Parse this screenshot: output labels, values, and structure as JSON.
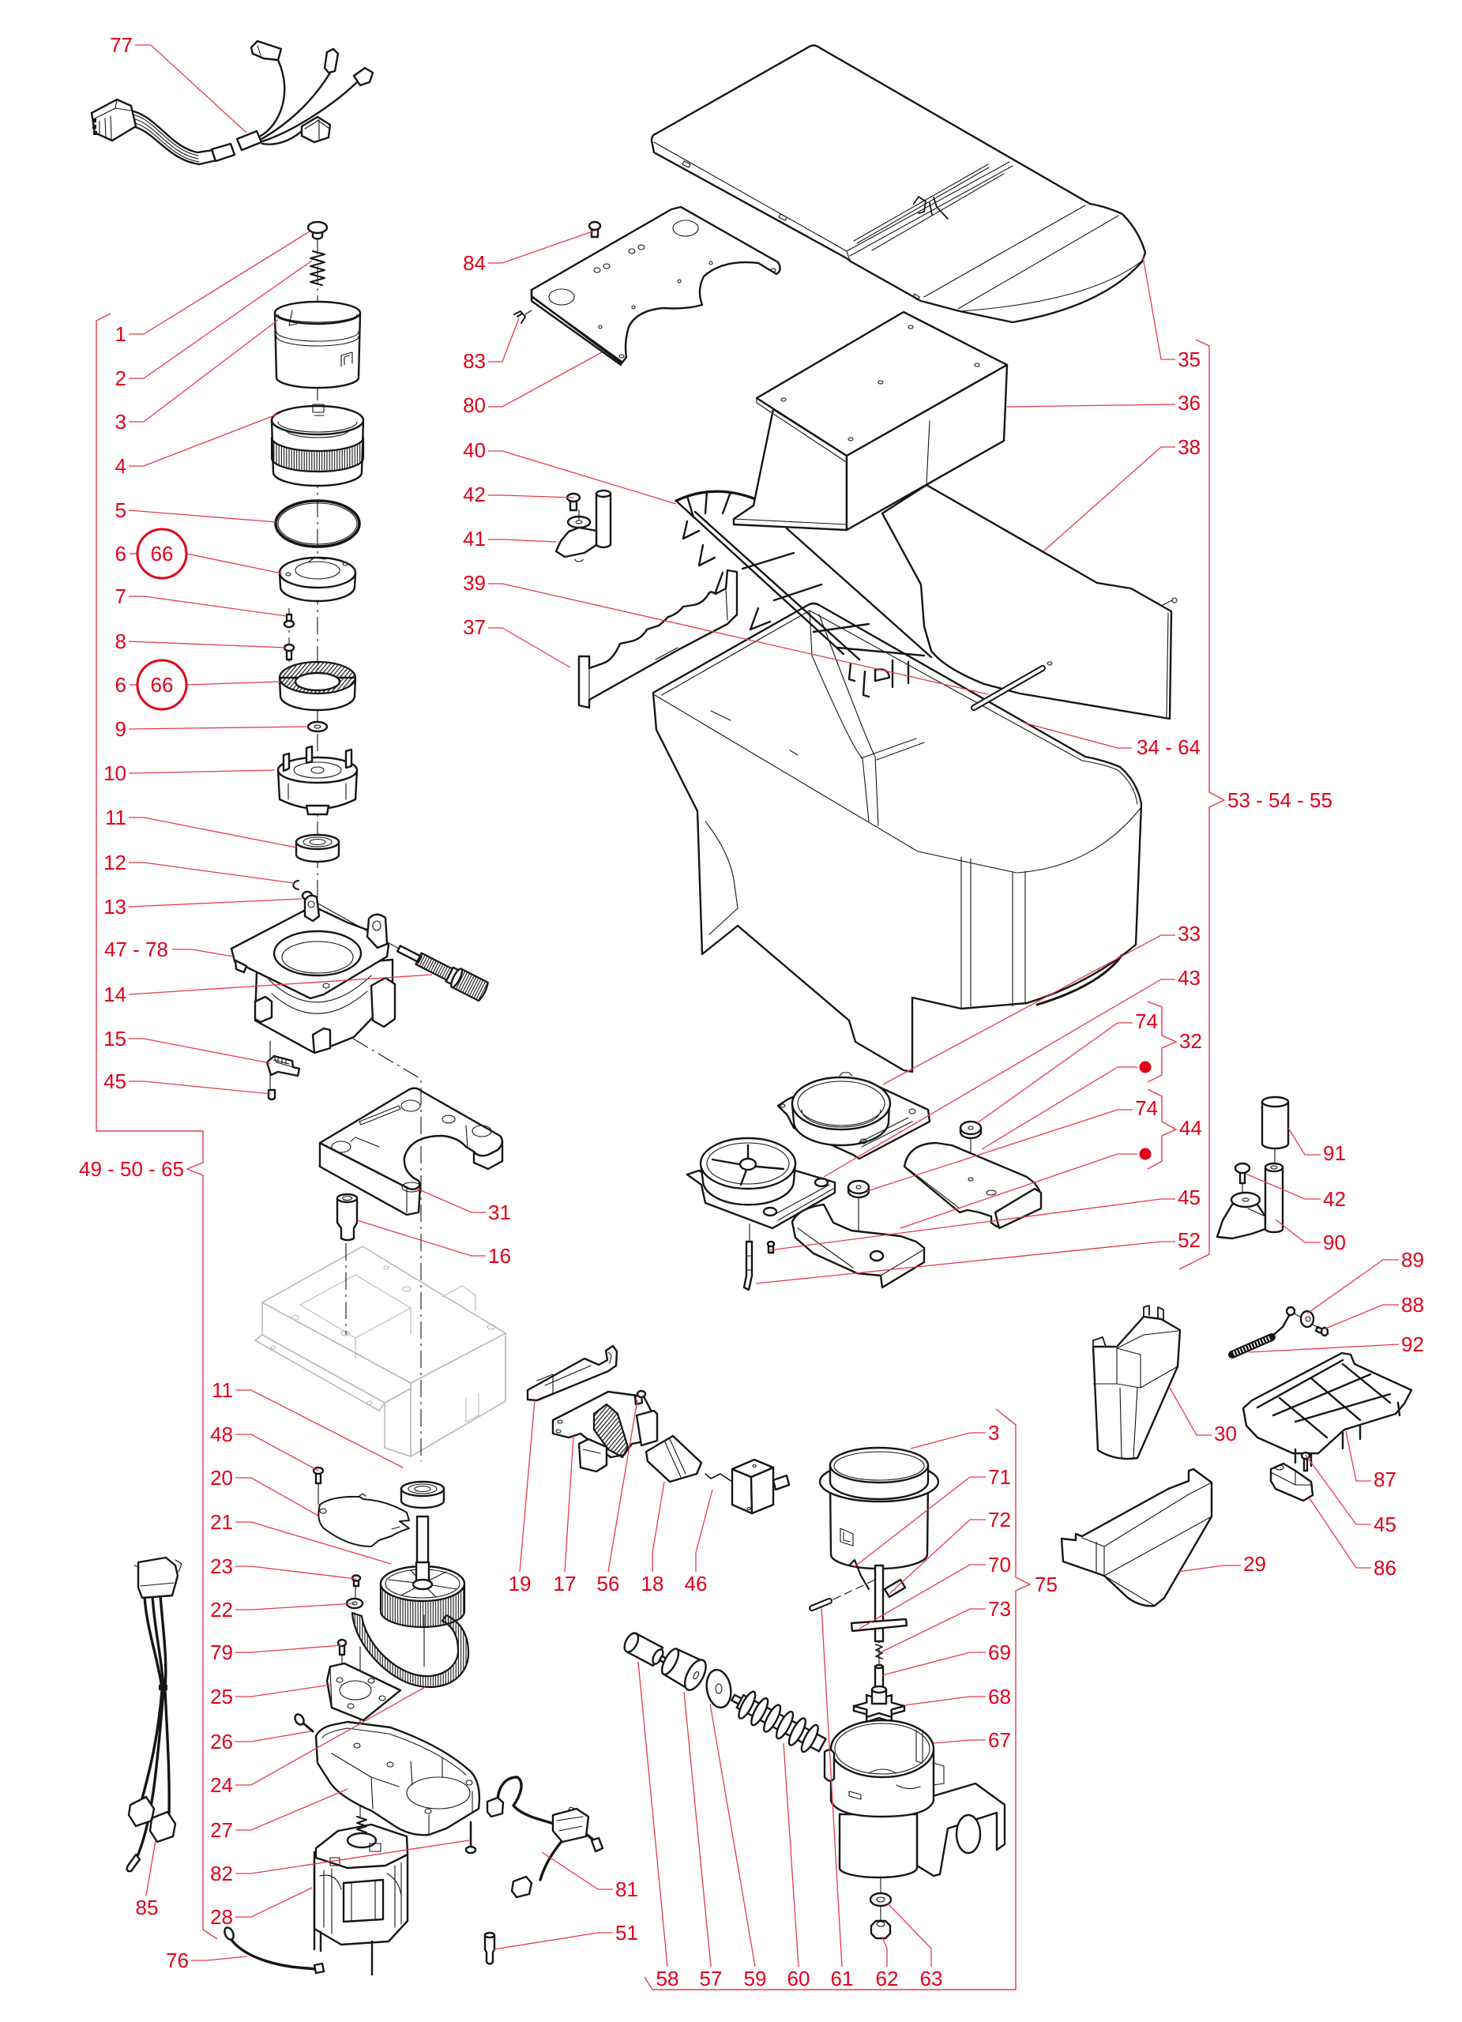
{
  "colors": {
    "callout_text": "#e2001a",
    "leader_line": "#e53a4e",
    "highlight_ring": "#e2001a",
    "marker_dot": "#e2001a",
    "part_outline": "#161616",
    "ghost_part": "#b9b9b9",
    "background": "#ffffff"
  },
  "groups": {
    "harness_top": {
      "labels": {
        "p77": "77"
      }
    },
    "grinder": {
      "assembly": "49 - 50 - 65",
      "labels": {
        "p1": "1",
        "p2": "2",
        "p3": "3",
        "p4": "4",
        "p5": "5",
        "p6a": "6",
        "p7": "7",
        "p8": "8",
        "p6b": "6",
        "p9": "9",
        "p10": "10",
        "p11": "11",
        "p12": "12",
        "p13": "13",
        "p47_78": "47 - 78",
        "p14": "14",
        "p15": "15",
        "p45": "45"
      },
      "highlighted": {
        "p66a": "66",
        "p66b": "66"
      }
    },
    "grinder_mount": {
      "labels": {
        "p31": "31",
        "p16": "16"
      }
    },
    "motor": {
      "labels": {
        "p11": "11",
        "p48": "48",
        "p20": "20",
        "p21": "21",
        "p23": "23",
        "p22": "22",
        "p79": "79",
        "p25": "25",
        "p26": "26",
        "p24": "24",
        "p27": "27",
        "p82": "82",
        "p28": "28",
        "p76": "76",
        "p85": "85",
        "p81": "81",
        "p51": "51"
      }
    },
    "electronics": {
      "labels": {
        "p19": "19",
        "p17": "17",
        "p56": "56",
        "p18": "18",
        "p46": "46"
      }
    },
    "doser": {
      "assembly": "75",
      "labels": {
        "p3": "3",
        "p71": "71",
        "p72": "72",
        "p70": "70",
        "p73": "73",
        "p69": "69",
        "p68": "68",
        "p67": "67",
        "p58": "58",
        "p57": "57",
        "p59": "59",
        "p60": "60",
        "p61": "61",
        "p62": "62",
        "p63": "63"
      }
    },
    "hopper": {
      "assembly": "53 - 54 - 55",
      "labels": {
        "p84": "84",
        "p83": "83",
        "p80": "80",
        "p40": "40",
        "p42": "42",
        "p41": "41",
        "p39": "39",
        "p37": "37",
        "p35": "35",
        "p36": "36",
        "p38": "38",
        "p34_64": "34 - 64",
        "p33": "33",
        "p43": "43",
        "p74a": "74",
        "p74b": "74",
        "p45": "45",
        "p52": "52"
      },
      "sub_assemblies": {
        "s32": {
          "label": "32",
          "marker": "dot"
        },
        "s44": {
          "label": "44",
          "marker": "dot"
        }
      }
    },
    "side_parts": {
      "labels": {
        "p91": "91",
        "p42": "42",
        "p90": "90",
        "p89": "89",
        "p88": "88",
        "p92": "92",
        "p87": "87",
        "p45": "45",
        "p86": "86",
        "p30": "30",
        "p29": "29"
      }
    }
  }
}
